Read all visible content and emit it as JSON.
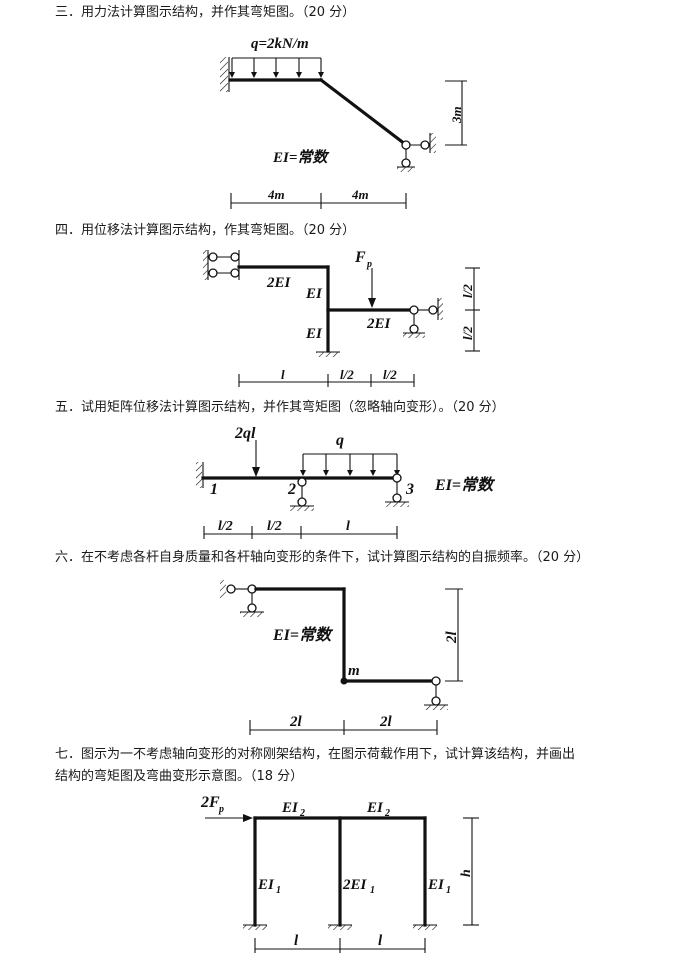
{
  "problems": [
    {
      "title": "三．用力法计算图示结构，并作其弯矩图。（20 分）",
      "labels": {
        "load": "q=2kN/m",
        "ei": "EI=常数",
        "height": "3m",
        "span1": "4m",
        "span2": "4m"
      }
    },
    {
      "title": "四．用位移法计算图示结构，作其弯矩图。（20 分）",
      "labels": {
        "force": "F",
        "force_sub": "p",
        "beam_left": "2EI",
        "col_upper": "EI",
        "col_lower": "EI",
        "beam_right": "2EI",
        "dim_h1": "l/2",
        "dim_h2": "l/2",
        "span1": "l",
        "span2": "l/2",
        "span3": "l/2"
      }
    },
    {
      "title": "五．试用矩阵位移法计算图示结构，并作其弯矩图（忽略轴向变形）。（20 分）",
      "labels": {
        "point_load": "2ql",
        "dist_load": "q",
        "node1": "1",
        "node2": "2",
        "node3": "3",
        "ei": "EI=常数",
        "span1": "l/2",
        "span2": "l/2",
        "span3": "l"
      }
    },
    {
      "title": "六．在不考虑各杆自身质量和各杆轴向变形的条件下，试计算图示结构的自振频率。（20 分）",
      "labels": {
        "ei": "EI=常数",
        "mass": "m",
        "height": "2l",
        "span1": "2l",
        "span2": "2l"
      }
    },
    {
      "title_line1": "七．图示为一不考虑轴向变形的对称刚架结构，在图示荷载作用下，试计算该结构，并画出",
      "title_line2": "结构的弯矩图及弯曲变形示意图。（18 分）",
      "labels": {
        "force": "2F",
        "force_sub": "p",
        "beam_left": "EI",
        "beam_left_sub": "2",
        "beam_right": "EI",
        "beam_right_sub": "2",
        "col_left": "EI",
        "col_left_sub": "1",
        "col_mid": "2EI",
        "col_mid_sub": "1",
        "col_right": "EI",
        "col_right_sub": "1",
        "height": "h",
        "span1": "l",
        "span2": "l"
      }
    }
  ]
}
